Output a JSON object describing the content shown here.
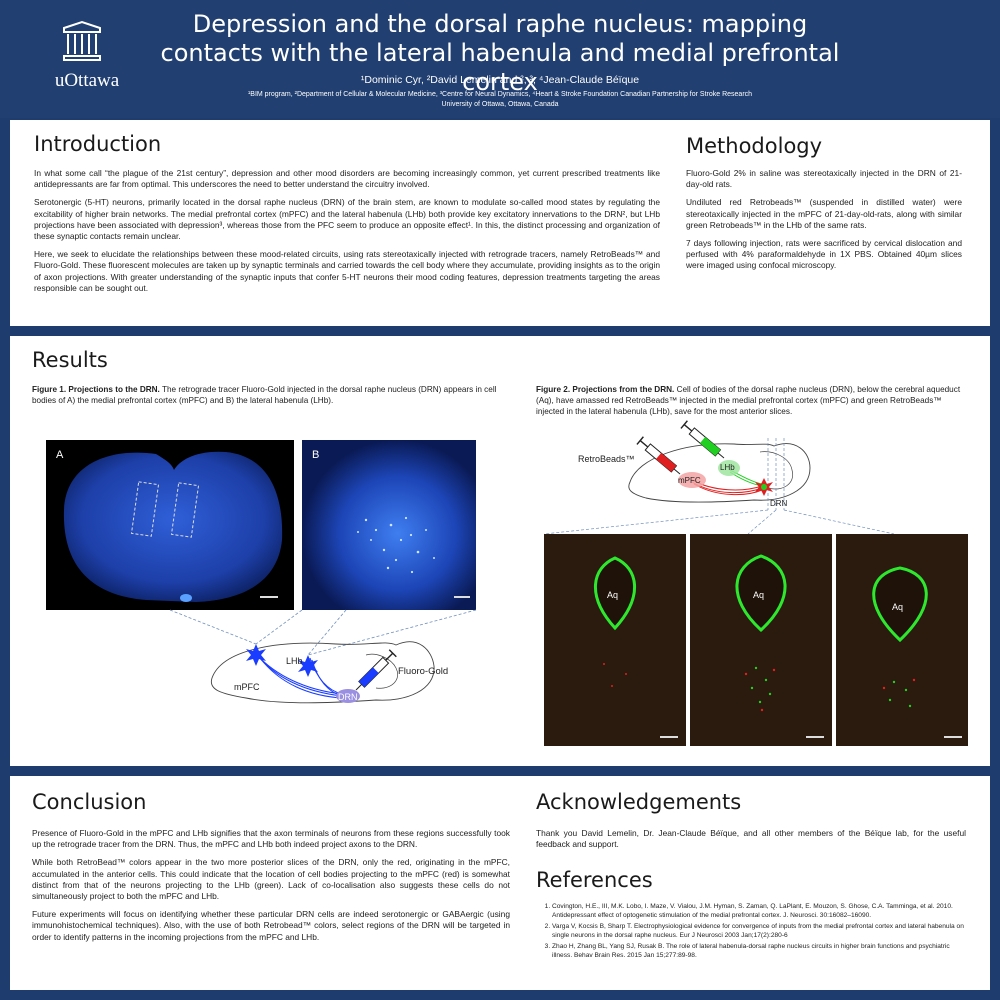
{
  "header": {
    "logo_text": "uOttawa",
    "title": "Depression and the dorsal raphe nucleus: mapping contacts with the lateral habenula and medial prefrontal cortex",
    "authors": "¹Dominic Cyr, ²David Lemelin and ², ³, ⁴Jean-Claude Béïque",
    "affiliations": "¹BIM program, ²Department of Cellular & Molecular Medicine, ³Centre for Neural Dynamics, ⁴Heart & Stroke Foundation Canadian Partnership for Stroke Research",
    "university": "University of Ottawa, Ottawa, Canada"
  },
  "introduction": {
    "heading": "Introduction",
    "p1": "In what some call “the plague of the 21st century”, depression and other mood disorders are becoming increasingly common, yet current prescribed treatments like antidepressants are far from optimal. This underscores the need to better understand the circuitry involved.",
    "p2": "Serotonergic (5-HT) neurons, primarily located in the dorsal raphe nucleus (DRN) of the brain stem, are known to modulate so-called mood states by regulating the excitability of higher brain networks. The medial prefrontal cortex (mPFC) and the lateral habenula (LHb) both provide key excitatory innervations to the DRN², but LHb projections have been associated with depression³, whereas those from the PFC seem to produce an opposite effect¹. In this, the distinct processing and organization of these synaptic contacts remain unclear.",
    "p3": "Here, we seek to elucidate the relationships between these mood-related circuits, using rats stereotaxically injected with retrograde tracers, namely RetroBeads™ and Fluoro-Gold. These fluorescent molecules are taken up by synaptic terminals and carried towards the cell body where they accumulate, providing insights as to the origin of axon projections. With greater understanding of the synaptic inputs that confer 5-HT neurons their mood coding features, depression treatments targeting the areas responsible can be sought out."
  },
  "methodology": {
    "heading": "Methodology",
    "p1": "Fluoro-Gold 2% in saline was stereotaxically injected in the DRN of 21-day-old rats.",
    "p2": "Undiluted red Retrobeads™ (suspended in distilled water) were stereotaxically injected in the mPFC of 21-day-old-rats, along with similar green Retrobeads™ in the LHb of the same rats.",
    "p3": "7 days following injection, rats were sacrificed by cervical dislocation and perfused with 4% paraformaldehyde in 1X PBS. Obtained 40µm slices were imaged using confocal microscopy."
  },
  "results": {
    "heading": "Results",
    "fig1_title": "Figure 1. Projections to the DRN.",
    "fig1_text": " The retrograde tracer Fluoro-Gold injected in the dorsal raphe nucleus (DRN) appears in cell bodies of A) the medial prefrontal cortex (mPFC) and B) the lateral habenula (LHb).",
    "fig1_panel_a": "A",
    "fig1_panel_b": "B",
    "fig1_labels": {
      "lhb": "LHb",
      "mpfc": "mPFC",
      "drn": "DRN",
      "tracer": "Fluoro-Gold"
    },
    "fig2_title": "Figure 2. Projections from the DRN.",
    "fig2_text": " Cell of bodies of the dorsal raphe nucleus (DRN), below the cerebral aqueduct (Aq), have amassed red RetroBeads™ injected in the medial prefrontal cortex (mPFC) and green RetroBeads™ injected in the lateral habenula (LHb), save for the most anterior slices.",
    "fig2_labels": {
      "tracer": "RetroBeads™",
      "lhb": "LHb",
      "mpfc": "mPFC",
      "drn": "DRN",
      "aq": "Aq"
    },
    "scalebar": "200 µm"
  },
  "conclusion": {
    "heading": "Conclusion",
    "p1": "Presence of Fluoro-Gold in the mPFC and LHb signifies that the axon terminals of neurons from these regions successfully took up the retrograde tracer from the DRN. Thus, the mPFC and LHb both indeed project axons to the DRN.",
    "p2": "While both RetroBead™ colors appear in the two more posterior slices of the DRN, only the red, originating in the mPFC, accumulated in the anterior cells. This could indicate that the location of cell bodies projecting to the mPFC (red) is somewhat distinct from that of the neurons projecting to the LHb (green). Lack of co-localisation also suggests these cells do not simultaneously project to both the mPFC and LHb.",
    "p3": "Future experiments will focus on identifying whether these particular DRN cells are indeed serotonergic or GABAergic (using immunohistochemical techniques). Also, with the use of both Retrobead™ colors, select regions of the DRN will be targeted in order to identify patterns in the incoming projections from the mPFC and LHb."
  },
  "acknowledgements": {
    "heading": "Acknowledgements",
    "text": "Thank you David Lemelin, Dr. Jean-Claude Béïque, and all other members of the Béïque lab, for the useful feedback and support."
  },
  "references": {
    "heading": "References",
    "items": [
      "Covington, H.E., III, M.K. Lobo, I. Maze, V. Vialou, J.M. Hyman, S. Zaman, Q. LaPlant, E. Mouzon, S. Ghose, C.A. Tamminga, et al. 2010. Antidepressant effect of optogenetic stimulation of the medial prefrontal cortex. J. Neurosci. 30:16082–16090.",
      "Varga V, Kocsis B, Sharp T. Electrophysiological evidence for convergence of inputs from the medial prefrontal cortex and lateral habenula on single neurons in the dorsal raphe nucleus. Eur J Neurosci 2003 Jan;17(2):280-6",
      "Zhao H, Zhang BL, Yang SJ, Rusak B. The role of lateral habenula-dorsal raphe nucleus circuits in higher brain functions and psychiatric illness. Behav Brain Res. 2015 Jan 15;277:89-98."
    ]
  },
  "colors": {
    "header_bg": "#213f70",
    "fluoro_blue": "#1a3cff",
    "retro_red": "#e02020",
    "retro_green": "#20d020"
  }
}
